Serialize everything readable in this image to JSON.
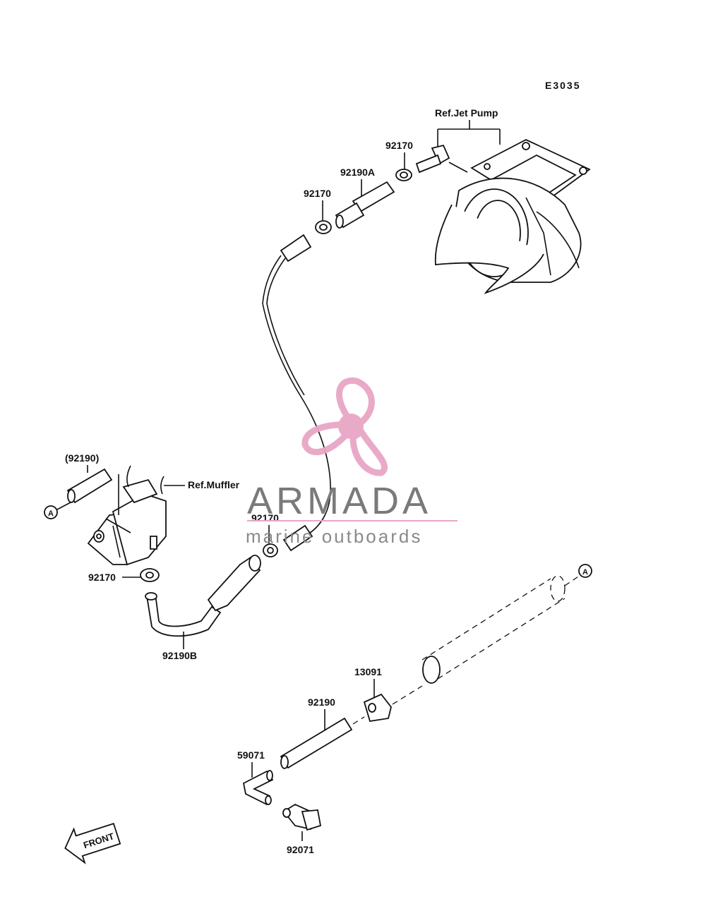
{
  "diagram": {
    "code": "E3035",
    "references": {
      "jet_pump": "Ref.Jet Pump",
      "muffler": "Ref.Muffler"
    },
    "callout_marker": "A",
    "front_label": "FRONT",
    "parts": {
      "clamp_top": "92170",
      "hose_a": "92190A",
      "clamp_left_top": "92170",
      "hose_paren": "(92190)",
      "clamp_mid": "92170",
      "clamp_muffler": "92170",
      "hose_b": "92190B",
      "bracket": "13091",
      "hose_bottom": "92190",
      "elbow": "59071",
      "fitting": "92071"
    }
  },
  "watermark": {
    "brand": "ARMADA",
    "tagline": "marine outboards",
    "logo_color": "#e8a6c6"
  }
}
